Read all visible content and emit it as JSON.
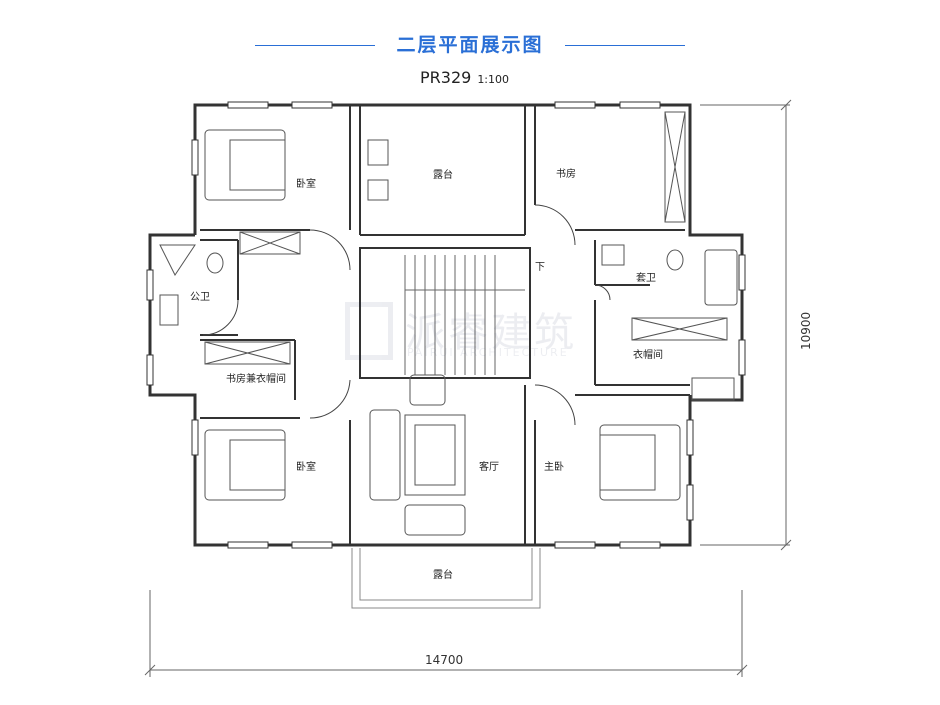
{
  "header": {
    "title": "二层平面展示图",
    "plan_code": "PR329",
    "scale": "1:100"
  },
  "rooms": {
    "bedroom_top": "卧室",
    "terrace_top": "露台",
    "study": "书房",
    "stair_down": "下",
    "ensuite_bath": "套卫",
    "public_bath": "公卫",
    "walk_in_closet": "衣帽间",
    "study_closet": "书房兼衣帽间",
    "bedroom_bottom": "卧室",
    "living_room": "客厅",
    "master_bedroom": "主卧",
    "terrace_bottom": "露台"
  },
  "dimensions": {
    "width": "14700",
    "depth": "10900"
  },
  "watermark": {
    "cn": "派睿建筑",
    "en": "PAIRUI ARCHITECTURE"
  },
  "colors": {
    "accent": "#2a6fd6",
    "wall": "#333333",
    "furniture": "#555555"
  }
}
